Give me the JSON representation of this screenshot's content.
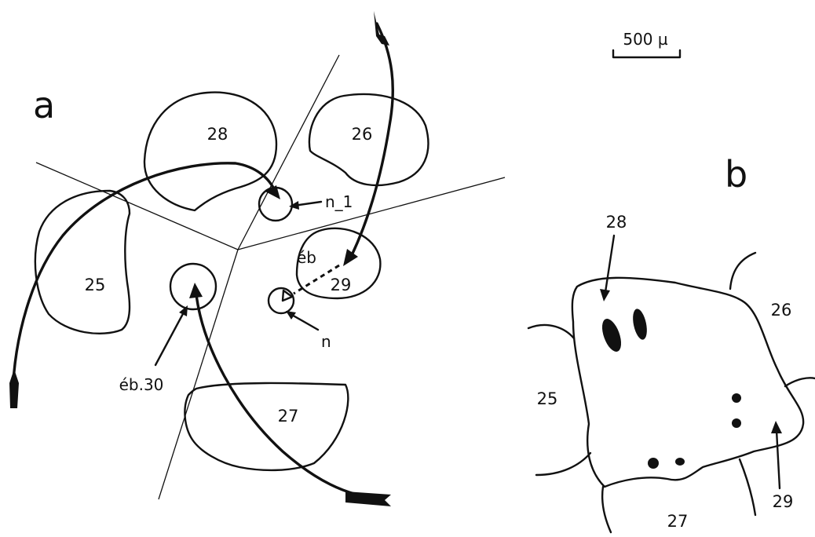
{
  "scale_bar": {
    "label": "500 µ"
  },
  "panel_a": {
    "letter": "a",
    "primordia": [
      "28",
      "26",
      "25",
      "29",
      "27"
    ],
    "labels": {
      "n_minus_1": "n_1",
      "n": "n",
      "eb": "éb",
      "eb30": "éb.30"
    }
  },
  "panel_b": {
    "letter": "b",
    "labels": [
      "28",
      "26",
      "25",
      "29",
      "27"
    ]
  }
}
